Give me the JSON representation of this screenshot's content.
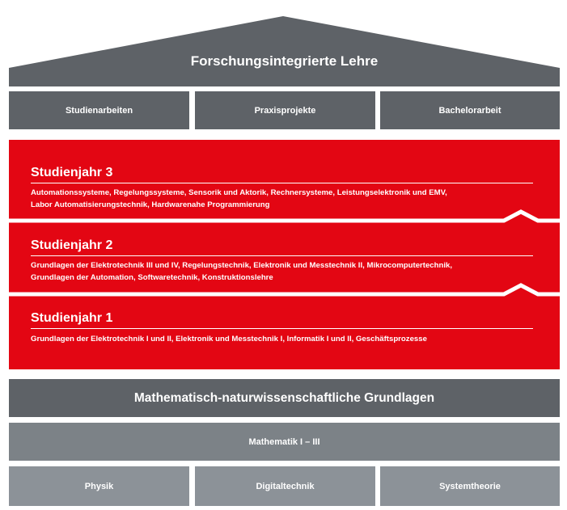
{
  "roof": {
    "title": "Forschungsintegrierte Lehre"
  },
  "top_boxes": [
    "Studienarbeiten",
    "Praxisprojekte",
    "Bachelorarbeit"
  ],
  "years": [
    {
      "title": "Studienjahr 3",
      "lines": [
        "Automationssysteme, Regelungssysteme, Sensorik und Aktorik, Rechnersysteme, Leistungselektronik und EMV,",
        "Labor Automatisierungstechnik, Hardwarenahe Programmierung"
      ]
    },
    {
      "title": "Studienjahr 2",
      "lines": [
        "Grundlagen der Elektrotechnik III und IV, Regelungstechnik, Elektronik und Messtechnik II, Mikrocomputertechnik,",
        "Grundlagen der Automation, Softwaretechnik, Konstruktionslehre"
      ]
    },
    {
      "title": "Studienjahr 1",
      "lines": [
        "Grundlagen der Elektrotechnik I und II, Elektronik und Messtechnik I, Informatik I und II, Geschäftsprozesse"
      ]
    }
  ],
  "foundation": {
    "title": "Mathematisch-naturwissenschaftliche Grundlagen"
  },
  "math": {
    "label": "Mathematik I – III"
  },
  "bottom_boxes": [
    "Physik",
    "Digitaltechnik",
    "Systemtheorie"
  ],
  "colors": {
    "red": "#e30613",
    "dark_gray": "#5e6267",
    "mid_gray": "#7c8287",
    "light_gray": "#8c9298"
  }
}
